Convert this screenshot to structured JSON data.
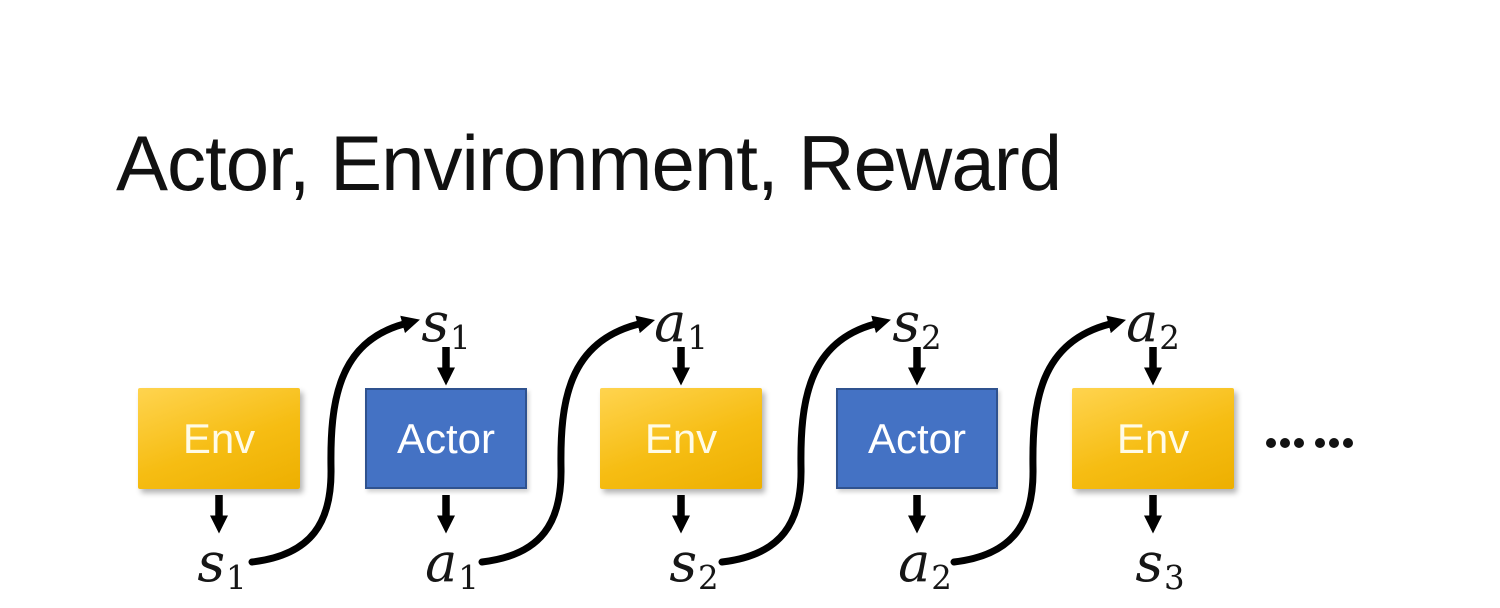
{
  "title": "Actor, Environment, Reward",
  "colors": {
    "env_gradient_top": "#FFD44F",
    "env_gradient_bottom": "#EDAF00",
    "actor_fill": "#4472C4",
    "actor_border": "#2F528F",
    "arrow": "#000000",
    "text": "#111111",
    "box_text": "#FFFFFF"
  },
  "diagram": {
    "boxes": [
      {
        "label": "Env"
      },
      {
        "label": "Actor"
      },
      {
        "label": "Env"
      },
      {
        "label": "Actor"
      },
      {
        "label": "Env"
      }
    ],
    "top_labels": [
      {
        "base": "s",
        "sub": "1"
      },
      {
        "base": "a",
        "sub": "1"
      },
      {
        "base": "s",
        "sub": "2"
      },
      {
        "base": "a",
        "sub": "2"
      }
    ],
    "bottom_labels": [
      {
        "base": "s",
        "sub": "1"
      },
      {
        "base": "a",
        "sub": "1"
      },
      {
        "base": "s",
        "sub": "2"
      },
      {
        "base": "a",
        "sub": "2"
      },
      {
        "base": "s",
        "sub": "3"
      }
    ],
    "ellipsis_dot_count": 6
  }
}
